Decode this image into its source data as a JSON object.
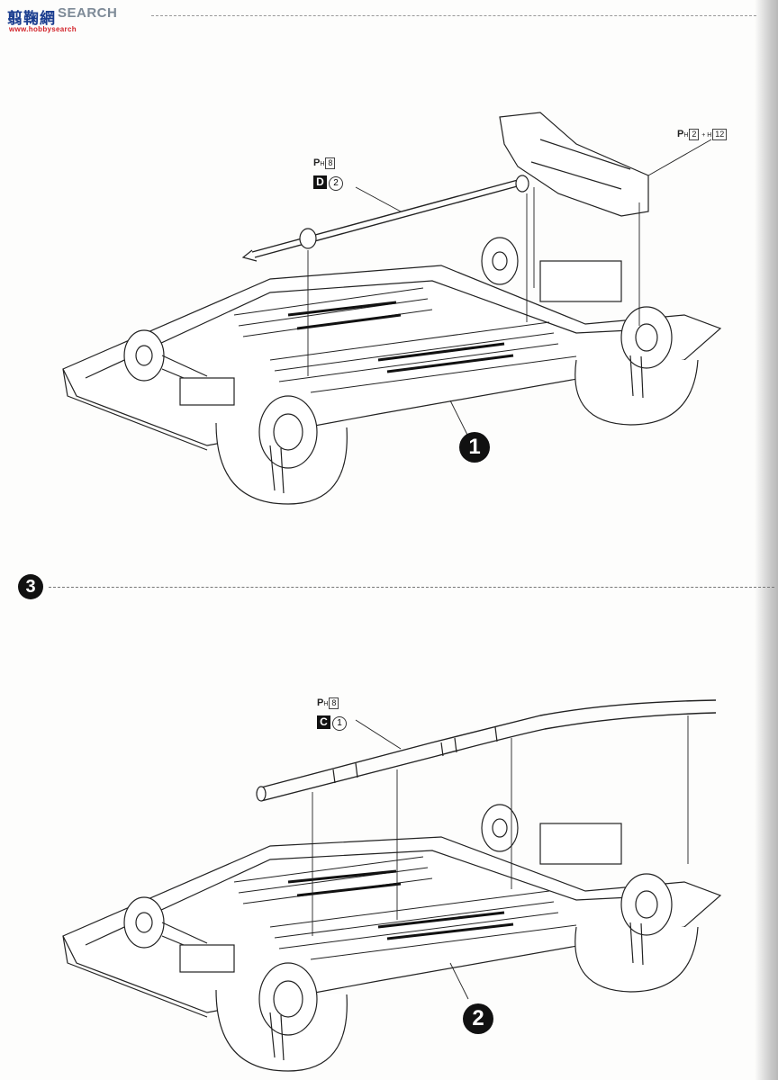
{
  "header": {
    "logo_cn": "翦鞠網",
    "logo_sub": "www.hobbysearch",
    "logo_text": "SEARCH"
  },
  "step": {
    "number": "3"
  },
  "diagram_top": {
    "callout": "1",
    "labels": [
      {
        "p": "P",
        "h": "H",
        "num": "8"
      },
      {
        "p": "P",
        "h": "H",
        "num": "2",
        "plus": "+ H",
        "num2": "12"
      }
    ],
    "sprue": {
      "letter": "D",
      "part": "2"
    }
  },
  "diagram_bottom": {
    "callout": "2",
    "labels": [
      {
        "p": "P",
        "h": "H",
        "num": "8"
      }
    ],
    "sprue": {
      "letter": "C",
      "part": "1"
    }
  }
}
